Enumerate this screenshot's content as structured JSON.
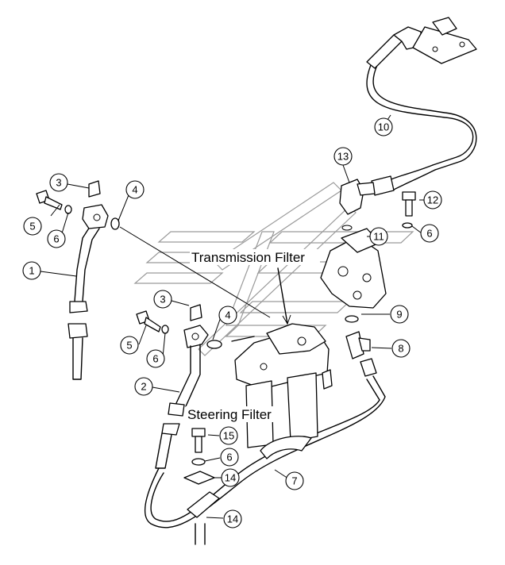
{
  "labels": {
    "transmission_filter": "Transmission Filter",
    "steering_filter": "Steering Filter"
  },
  "callouts": {
    "c1": "1",
    "c2": "2",
    "c3a": "3",
    "c3b": "3",
    "c4a": "4",
    "c4b": "4",
    "c5a": "5",
    "c5b": "5",
    "c6a": "6",
    "c6b": "6",
    "c6c": "6",
    "c6d": "6",
    "c7": "7",
    "c8": "8",
    "c9": "9",
    "c10": "10",
    "c11": "11",
    "c12": "12",
    "c13": "13",
    "c14a": "14",
    "c14b": "14",
    "c15": "15"
  },
  "colors": {
    "line": "#000000",
    "watermark": "#9a9a9a",
    "background": "#ffffff"
  }
}
